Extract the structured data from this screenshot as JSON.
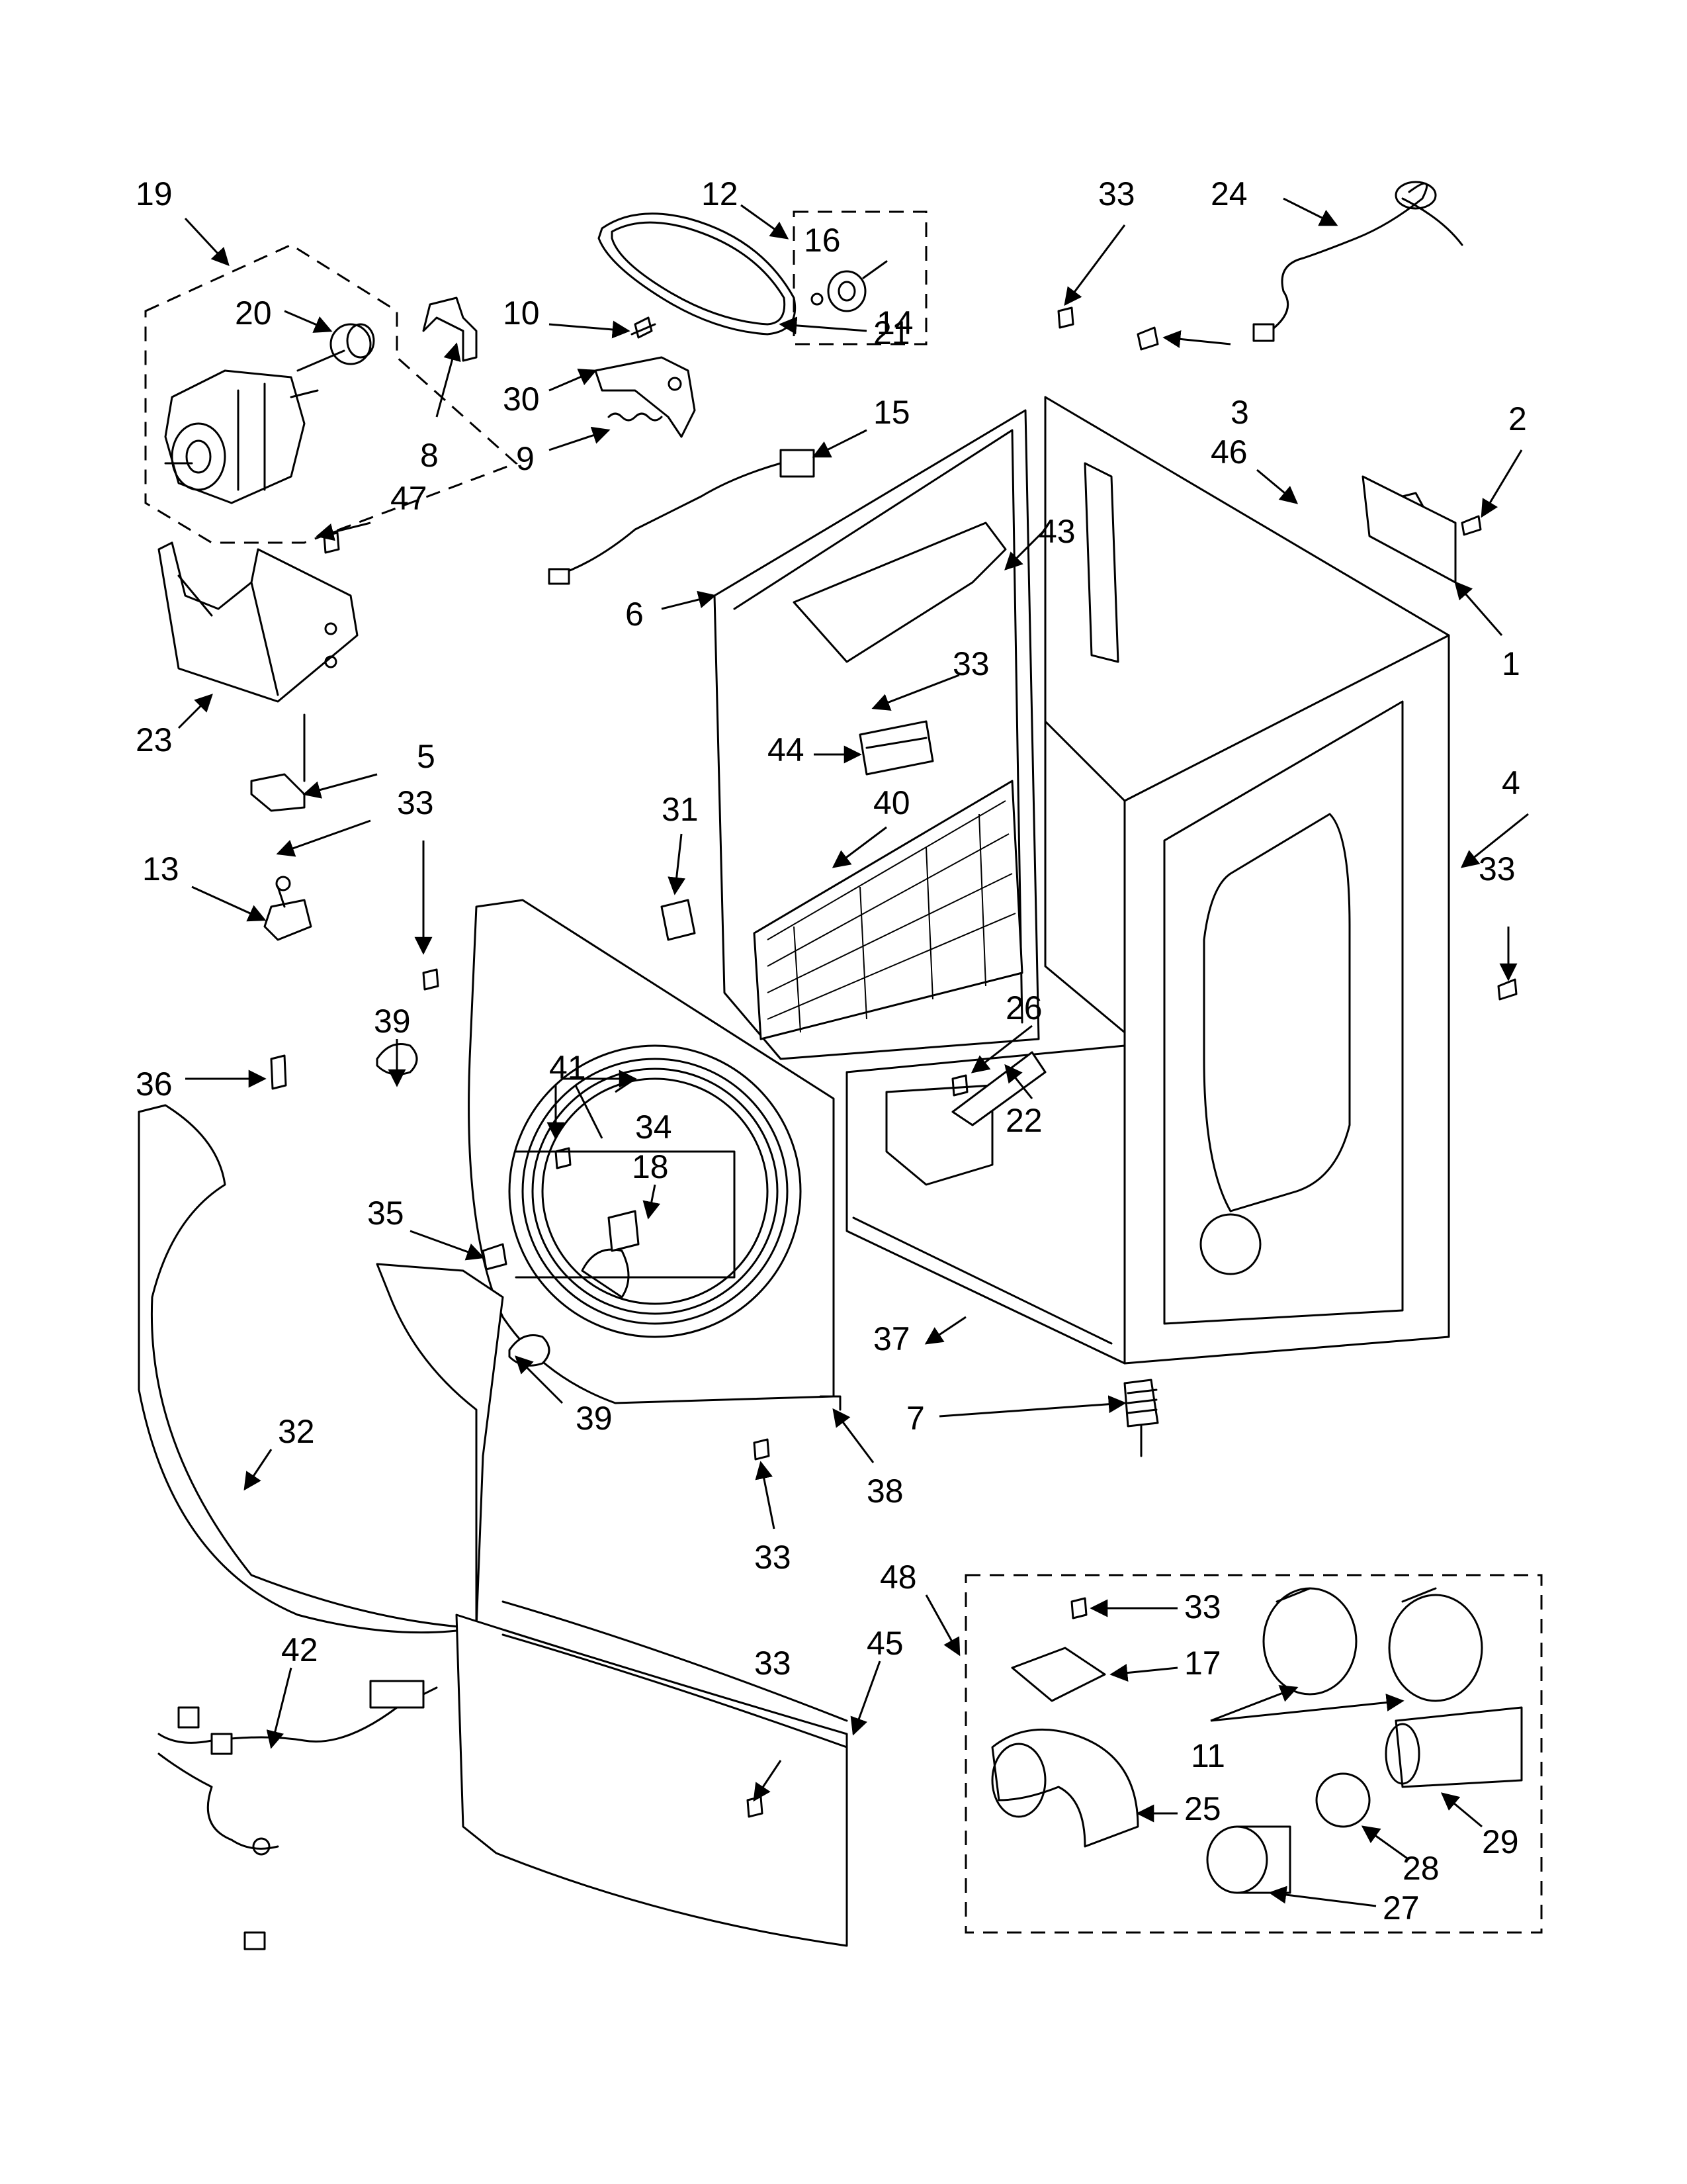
{
  "callouts": {
    "c1": "1",
    "c2": "2",
    "c3": "3",
    "c4": "4",
    "c5": "5",
    "c6": "6",
    "c7": "7",
    "c8": "8",
    "c9": "9",
    "c10": "10",
    "c11": "11",
    "c12": "12",
    "c13": "13",
    "c14": "14",
    "c15": "15",
    "c16": "16",
    "c17": "17",
    "c18": "18",
    "c19": "19",
    "c20": "20",
    "c21": "21",
    "c22": "22",
    "c23": "23",
    "c24": "24",
    "c25": "25",
    "c26": "26",
    "c27": "27",
    "c28": "28",
    "c29": "29",
    "c30": "30",
    "c31": "31",
    "c32": "32",
    "c33": "33",
    "c34": "34",
    "c35": "35",
    "c36": "36",
    "c37": "37",
    "c38": "38",
    "c39": "39",
    "c40": "40",
    "c41": "41",
    "c42": "42",
    "c43": "43",
    "c44": "44",
    "c45": "45",
    "c46": "46",
    "c47": "47",
    "c48": "48"
  }
}
